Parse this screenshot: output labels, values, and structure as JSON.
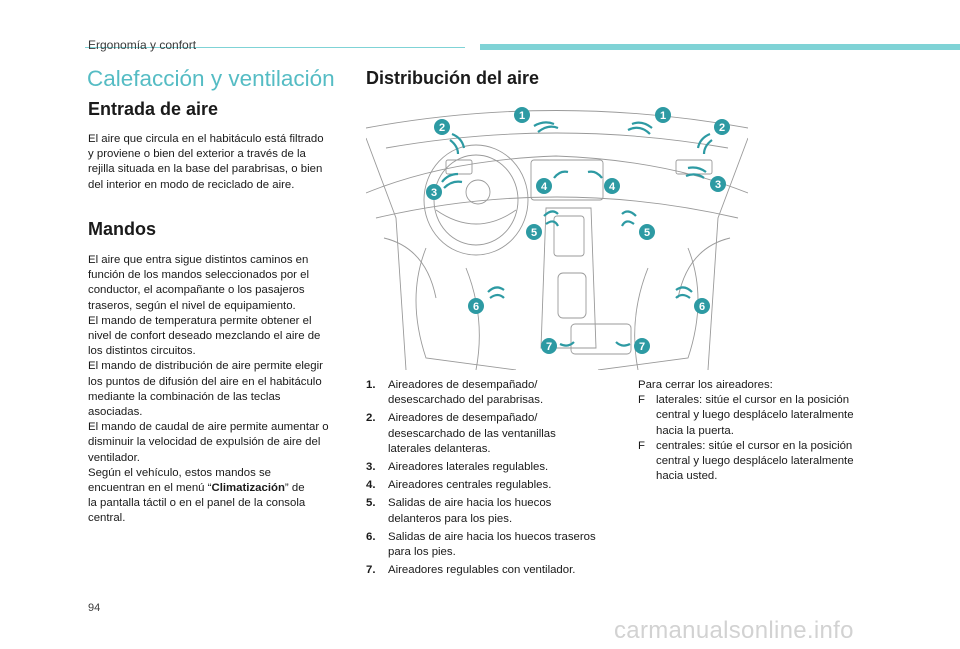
{
  "header": {
    "section": "Ergonomía y confort",
    "title": "Calefacción y ventilación"
  },
  "entrada": {
    "heading": "Entrada de aire",
    "text": "El aire que circula en el habitáculo está filtrado\ny proviene o bien del exterior a través de la\nrejilla situada en la base del parabrisas, o bien\ndel interior en modo de reciclado de aire."
  },
  "mandos": {
    "heading": "Mandos",
    "text_before": "El aire que entra sigue distintos caminos en\nfunción de los mandos seleccionados por el\nconductor, el acompañante o los pasajeros\ntraseros, según el nivel de equipamiento.\nEl mando de temperatura permite obtener el\nnivel de confort deseado mezclando el aire de\nlos distintos circuitos.\nEl mando de distribución de aire permite elegir\nlos puntos de difusión del aire en el habitáculo\nmediante la combinación de las teclas\nasociadas.\nEl mando de caudal de aire permite aumentar o\ndisminuir la velocidad de expulsión de aire del\nventilador.\nSegún el vehículo, estos mandos se\nencuentran en el menú “",
    "text_bold": "Climatización",
    "text_after": "” de\nla pantalla táctil o en el panel de la consola\ncentral."
  },
  "distribucion": {
    "heading": "Distribución del aire",
    "figure_labels": [
      "1",
      "1",
      "2",
      "2",
      "3",
      "3",
      "4",
      "4",
      "5",
      "5",
      "6",
      "6",
      "7",
      "7"
    ],
    "legend": [
      {
        "num": "1.",
        "text": "Aireadores de desempañado/\ndesescarchado del parabrisas."
      },
      {
        "num": "2.",
        "text": "Aireadores de desempañado/\ndesescarchado de las ventanillas\nlaterales delanteras."
      },
      {
        "num": "3.",
        "text": "Aireadores laterales regulables."
      },
      {
        "num": "4.",
        "text": "Aireadores centrales regulables."
      },
      {
        "num": "5.",
        "text": "Salidas de aire hacia los huecos\ndelanteros para los pies."
      },
      {
        "num": "6.",
        "text": "Salidas de aire hacia los huecos traseros\npara los pies."
      },
      {
        "num": "7.",
        "text": "Aireadores regulables con ventilador."
      }
    ]
  },
  "cerrar": {
    "intro": "Para cerrar los aireadores:",
    "bullet_glyph": "F",
    "items": [
      "laterales: sitúe el cursor en la posición\ncentral y luego desplácelo lateralmente\nhacia la puerta.",
      "centrales: sitúe el cursor en la posición\ncentral y luego desplácelo lateralmente\nhacia usted."
    ]
  },
  "footer": {
    "page_number": "94",
    "watermark": "carmanualsonline.info"
  },
  "colors": {
    "accent": "#55bcc4",
    "badge": "#2d9aa3",
    "header_bar": "#7fd3d6"
  }
}
